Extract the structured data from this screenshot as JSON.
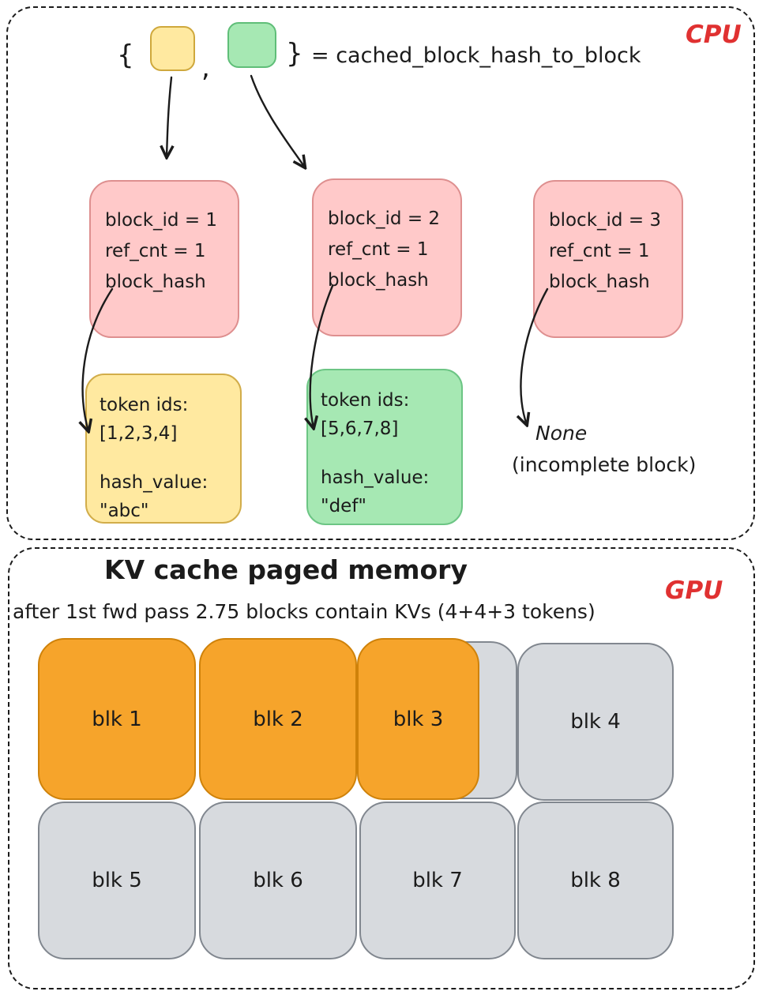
{
  "cpu_section": {
    "region_label": "CPU",
    "legend": {
      "open_brace": "{",
      "comma": ",",
      "close_brace": "}",
      "definition": "= cached_block_hash_to_block"
    },
    "block_entries": [
      {
        "block_id": "block_id = 1",
        "ref_cnt": "ref_cnt = 1",
        "block_hash": "block_hash"
      },
      {
        "block_id": "block_id = 2",
        "ref_cnt": "ref_cnt = 1",
        "block_hash": "block_hash"
      },
      {
        "block_id": "block_id = 3",
        "ref_cnt": "ref_cnt = 1",
        "block_hash": "block_hash"
      }
    ],
    "hash_targets": [
      {
        "token_ids_label": "token ids:",
        "token_ids": "[1,2,3,4]",
        "hash_label": "hash_value:",
        "hash_value": "\"abc\""
      },
      {
        "token_ids_label": "token ids:",
        "token_ids": "[5,6,7,8]",
        "hash_label": "hash_value:",
        "hash_value": "\"def\""
      }
    ],
    "incomplete": {
      "line1": "None",
      "line2": "(incomplete block)"
    }
  },
  "gpu_section": {
    "region_label": "GPU",
    "title": "KV cache paged memory",
    "subtitle": "after 1st fwd pass 2.75 blocks contain KVs (4+4+3 tokens)",
    "row1": [
      {
        "label": "blk 1",
        "state": "full"
      },
      {
        "label": "blk 2",
        "state": "full"
      },
      {
        "label": "blk 3",
        "state": "partial-0.75"
      },
      {
        "label": "blk 4",
        "state": "empty"
      }
    ],
    "row2": [
      {
        "label": "blk 5",
        "state": "empty"
      },
      {
        "label": "blk 6",
        "state": "empty"
      },
      {
        "label": "blk 7",
        "state": "empty"
      },
      {
        "label": "blk 8",
        "state": "empty"
      }
    ]
  },
  "colors": {
    "accent_red": "#e03131",
    "pink_fill": "#ffc9c9",
    "yellow_fill": "#ffe9a0",
    "green_fill": "#a6e8b3",
    "orange_fill": "#f6a42b",
    "gray_fill": "#d7dade",
    "ink": "#1b1b1b"
  }
}
